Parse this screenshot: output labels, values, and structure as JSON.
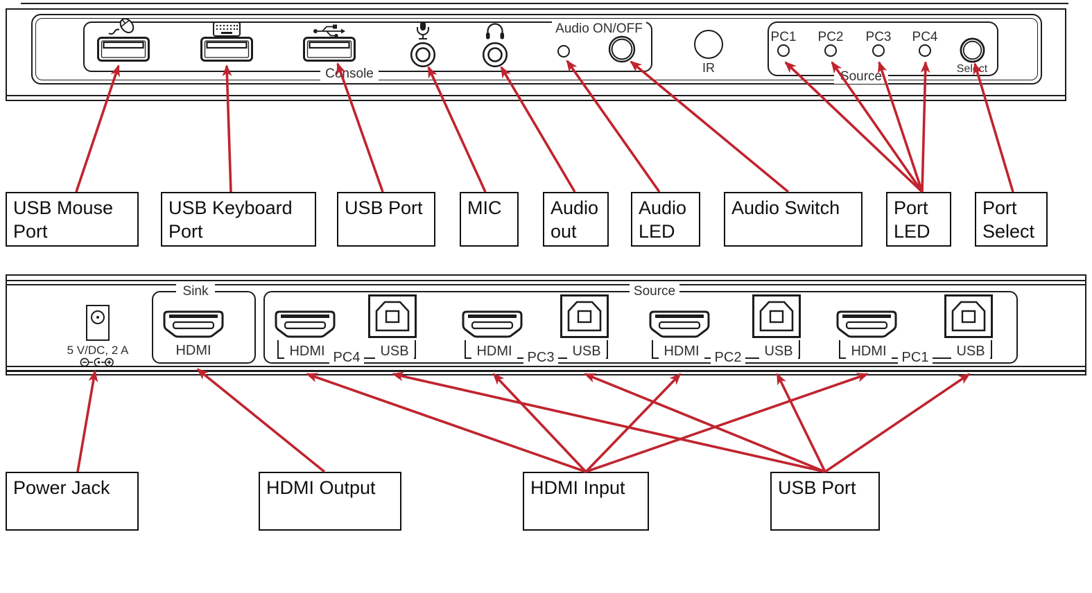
{
  "front_panel": {
    "console_group_label": "Console",
    "source_group_label": "Source",
    "audio_switch_label": "Audio ON/OFF",
    "ir_label": "IR",
    "select_button_label": "Select",
    "pc_indicator_labels": [
      "PC1",
      "PC2",
      "PC3",
      "PC4"
    ],
    "icons": [
      "mouse-icon",
      "keyboard-icon",
      "usb-icon",
      "microphone-icon",
      "headphones-icon"
    ]
  },
  "front_callouts": [
    "USB Mouse\nPort",
    "USB Keyboard\nPort",
    "USB Port",
    "MIC",
    "Audio\nout",
    "Audio\nLED",
    "Audio Switch",
    "Port\nLED",
    "Port\nSelect"
  ],
  "rear_panel": {
    "power_rating": "5 V/DC, 2 A",
    "sink_group_label": "Sink",
    "source_group_label": "Source",
    "sink_hdmi_label": "HDMI",
    "pc_groups": [
      {
        "name": "PC4",
        "hdmi_label": "HDMI",
        "usb_label": "USB"
      },
      {
        "name": "PC3",
        "hdmi_label": "HDMI",
        "usb_label": "USB"
      },
      {
        "name": "PC2",
        "hdmi_label": "HDMI",
        "usb_label": "USB"
      },
      {
        "name": "PC1",
        "hdmi_label": "HDMI",
        "usb_label": "USB"
      }
    ]
  },
  "rear_callouts": [
    "Power Jack",
    "HDMI Output",
    "HDMI Input",
    "USB Port"
  ],
  "colors": {
    "arrow_red": "#c0242e",
    "line_black": "#1c1c1c"
  }
}
